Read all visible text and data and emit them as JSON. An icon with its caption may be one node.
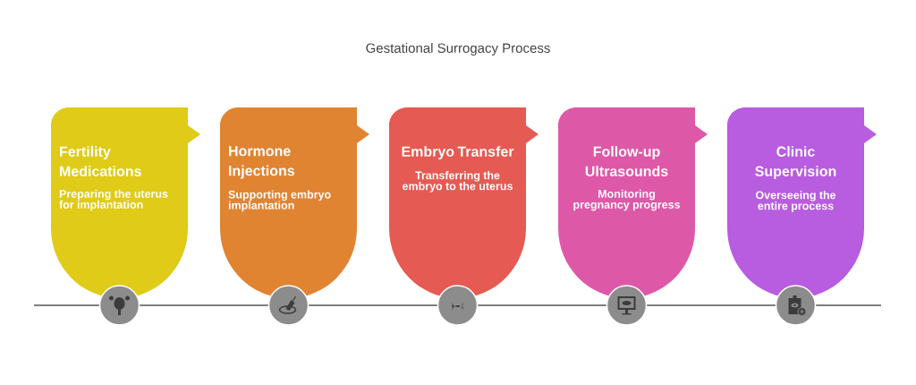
{
  "diagram": {
    "title": "Gestational Surrogacy Process",
    "nodes": [
      {
        "text": [
          "Fertility Medications",
          "Preparing the uterus for implantation"
        ]
      },
      {
        "text": [
          "Hormone Injections",
          "Supporting embryo implantation"
        ]
      },
      {
        "text": [
          "Embryo Transfer",
          "Transferring the embryo to the uterus"
        ]
      },
      {
        "text": [
          "Follow-up Ultrasounds",
          "Monitoring pregnancy progress"
        ]
      },
      {
        "text": [
          "Clinic Supervision",
          "Overseeing the entire process"
        ]
      }
    ]
  }
}
